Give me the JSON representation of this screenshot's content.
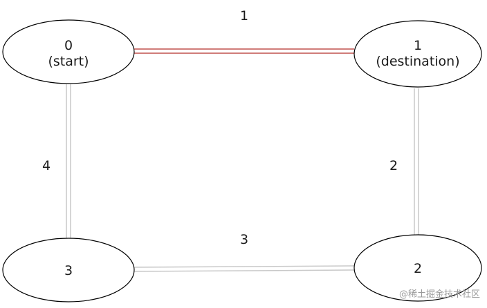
{
  "nodes": [
    {
      "id": "0",
      "line1": "0",
      "line2": "(start)"
    },
    {
      "id": "1",
      "line1": "1",
      "line2": "(destination)"
    },
    {
      "id": "2",
      "line1": "2"
    },
    {
      "id": "3",
      "line1": "3"
    }
  ],
  "edges": [
    {
      "from": "0",
      "to": "1",
      "weight": "1",
      "highlighted": true
    },
    {
      "from": "1",
      "to": "2",
      "weight": "2",
      "highlighted": false
    },
    {
      "from": "3",
      "to": "2",
      "weight": "3",
      "highlighted": false
    },
    {
      "from": "0",
      "to": "3",
      "weight": "4",
      "highlighted": false
    }
  ],
  "watermark": "@稀土掘金技术社区",
  "colors": {
    "highlight_edge": "#c0504d",
    "normal_edge": "#c8c8c8",
    "node_stroke": "#000000",
    "node_fill": "#ffffff"
  }
}
